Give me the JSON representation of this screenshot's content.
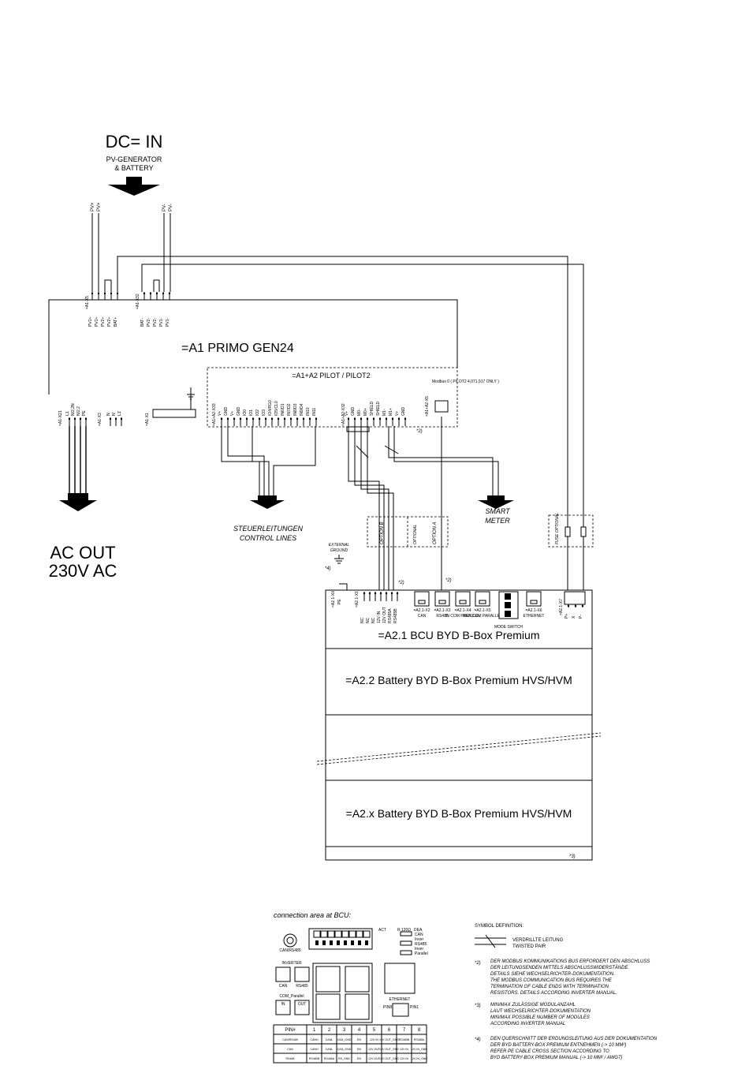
{
  "dc_in": {
    "title": "DC= IN",
    "subtitle_1": "PV-GENERATOR",
    "subtitle_2": "& BATTERY",
    "pv_plus_1": "PV+",
    "pv_plus_2": "PV+",
    "pv_minus_1": "PV-",
    "pv_minus_2": "PV-"
  },
  "inverter": {
    "name": "=A1    PRIMO GEN24",
    "x5_ref": "=A1-X5",
    "x5_pins": [
      "PV1+",
      "PV1+",
      "PV2+",
      "PV2+",
      "BAT+"
    ],
    "x32_ref": "=A1-X32",
    "x32_pins": [
      "BAT-",
      "PV2-",
      "PV2-",
      "PV1-",
      "PV1-"
    ],
    "x21_ref": "=A1-X21",
    "x21_pins": [
      "L1",
      "N/2,2N",
      "N/2,2",
      "PE"
    ],
    "x3_ref": "=A1-X3",
    "x3_pins": [
      "N",
      "N'",
      "L1'"
    ],
    "x1_ref": "=A1-X1"
  },
  "pilot": {
    "name": "=A1+A2   PILOT   /   PILOT2",
    "x33_ref": "=A1+A2-X33",
    "x33_pins": [
      "V+",
      "GND",
      "V+",
      "GND",
      "IO0",
      "IO1",
      "IO2",
      "IO3",
      "IO4/RG0",
      "IO5/CL0",
      "IN6/D1",
      "IN7/D2",
      "IN8/D3",
      "IN9/D4",
      "IN10",
      "IN11"
    ],
    "x32_ref": "=A1+A2-X32",
    "x32_pins": [
      "V+",
      "GND",
      "M0-",
      "M0+",
      "SHIELD",
      "SHIELD",
      "M1-",
      "M1+",
      "V+",
      "GND"
    ],
    "x5_ref": "=A1+A2-X5",
    "modbus_note": "Modbus 0 ( PILOT2 4,071,917 ONLY )",
    "note_2": "*2)"
  },
  "labels": {
    "control_lines_de": "STEUERLEITUNGEN",
    "control_lines_en": "CONTROL LINES",
    "smart_meter_1": "SMART",
    "smart_meter_2": "METER",
    "ac_out_1": "AC OUT",
    "ac_out_2": "230V AC",
    "external_ground_1": "EXTERNAL",
    "external_ground_2": "GROUND",
    "note_4": "*4)",
    "note_2a": "*2)",
    "note_2b": "*2)",
    "option_b": "OPTION B",
    "option_a": "OPTION A",
    "optional": "OPTIONAL",
    "fuse_optional": "FUSE OPTIONAL"
  },
  "bcu": {
    "name": "=A2.1    BCU    BYD B-Box Premium",
    "x0_ref": "=A2.1-X0",
    "x0_pin": "PE",
    "x1_ref": "=A2.1-X1",
    "x1_pins": [
      "NC",
      "NC",
      "NC",
      "12V IN",
      "12V OUT",
      "RS485A",
      "RS485B"
    ],
    "ports": [
      {
        "ref": "=A2.1-X2",
        "name": "CAN"
      },
      {
        "ref": "=A2.1-X3",
        "name": "RS485"
      },
      {
        "ref": "=A2.1-X4",
        "name": "IN COM PARALLEL"
      },
      {
        "ref": "=A2.1-X5",
        "name": "OUT COM PARALLEL"
      },
      {
        "ref": "=A2.1-X6",
        "name": "ETHERNET"
      }
    ],
    "mode_switch": "MODE SWITCH",
    "x7_ref": "=A2.1-X7",
    "x7_pins": [
      "P+",
      "X",
      "P-"
    ]
  },
  "batteries": {
    "b2": "=A2.2    Battery    BYD B-Box Premium HVS/HVM",
    "bx": "=A2.x    Battery    BYD B-Box Premium HVS/HVM",
    "note_3": "*3)"
  },
  "connection_area": {
    "title": "connection area at BCU:",
    "can_rs485": "CAN/RS485",
    "inverter": "INVERTER",
    "can": "CAN",
    "rs485": "RS485",
    "com_parallel": "COM_Parallel",
    "in": "IN",
    "out": "OUT",
    "ethernet": "ETHERNET",
    "pin8": "PIN8",
    "pin1": "PIN1",
    "act": "ACT",
    "r120": "R 120Ω",
    "dea": "DEA.",
    "legend": [
      "CAN",
      "Inver",
      "RS485",
      "Inver",
      "Parallel"
    ],
    "table_header": [
      "PIN#",
      "1",
      "2",
      "3",
      "4",
      "5",
      "6",
      "7",
      "8"
    ],
    "table_rows": [
      [
        "CAN/RS485",
        "CANH",
        "CANL",
        "CAN_GND",
        "EN",
        "12V IN",
        "12V OUT_GND",
        "RS485B",
        "RS485A"
      ],
      [
        "CAN",
        "CANH",
        "CANL",
        "CAN_GND",
        "EN",
        "12V OUT",
        "12V OUT_GND",
        "12V IN",
        "12V IN_GND"
      ],
      [
        "RS485",
        "RS485B",
        "RS485A",
        "RS_GND",
        "EN",
        "12V OUT",
        "12V OUT_GND",
        "12V IN",
        "12V IN_GND"
      ]
    ]
  },
  "symbol_definition": {
    "title": "SYMBOL DEFINITION:",
    "twisted_de": "VERDRILLTE LEITUNG",
    "twisted_en": "TWISTED PAIR",
    "n2_key": "*2)",
    "n2_lines": [
      "DER MODBUS KOMMUNIKATIONS BUS ERFORDERT DEN ABSCHLUSS",
      "DER LEITUNGSENDEN MITTELS ABSCHLUSSWIDERSTÄNDE.",
      "DETAILS SIEHE WECHSELRICHTER-DOKUMENTATION.",
      "THE MODBUS COMMUNICATION BUS REQUIRES THE",
      "TERMINATION OF CABLE ENDS WITH TERMINATION",
      "RESISTORS. DETAILS ACCORDING INVERTER MANUAL."
    ],
    "n3_key": "*3)",
    "n3_lines": [
      "MIN/MAX ZULÄSSIGE MODULANZAHL",
      "LAUT WECHSELRICHTER-DOKUMENTATION",
      "MIN/MAX POSSIBLE NUMBER OF MODULES",
      "ACCORDING INVERTER MANUAL"
    ],
    "n4_key": "*4)",
    "n4_lines": [
      "DEN QUERSCHNITT DER ERDUNGSLEITUNG AUS DER DOKUMENTATION",
      "DER BYD BATTERY-BOX PREMIUM ENTNEHMEN (-> 10 MM²)",
      "REFER PE CABLE CROSS SECTION ACCORDING TO",
      "BYD BATTERY-BOX PREMIUM MANUAL (-> 10 MM² / AWG7)"
    ]
  }
}
